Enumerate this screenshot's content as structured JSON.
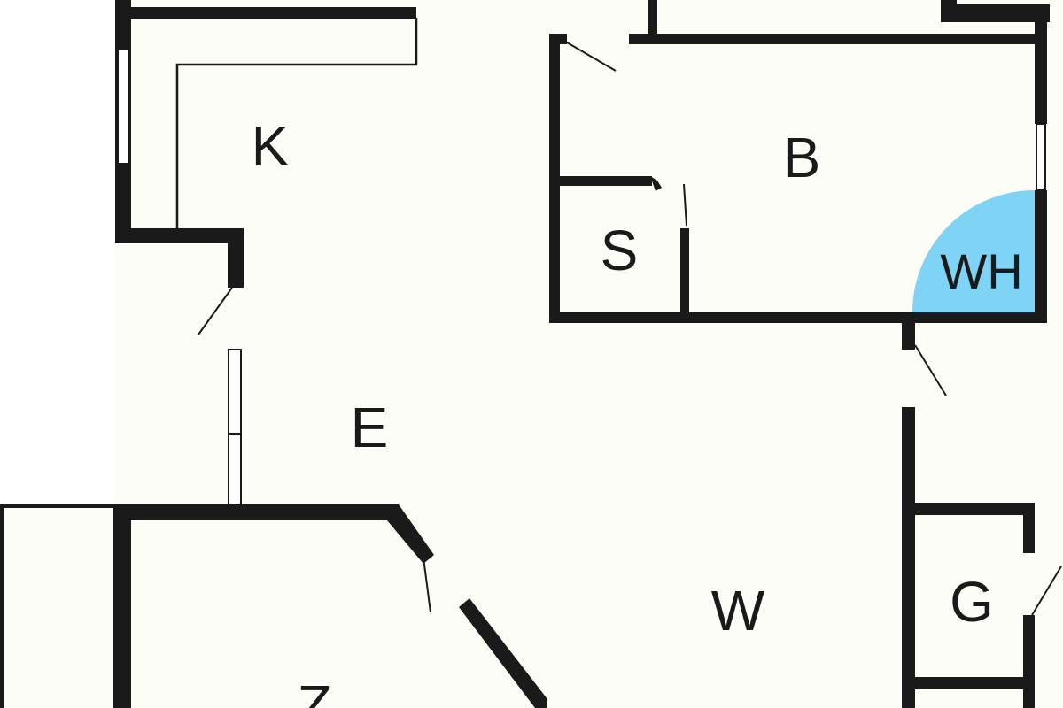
{
  "rooms": {
    "kitchen": "K",
    "bedroom": "B",
    "storage": "S",
    "water_heater": "WH",
    "entrance": "E",
    "living": "W",
    "garage": "G",
    "room_z": "Z"
  },
  "colors": {
    "wall": "#1a1a1a",
    "floor": "#fdfdf8",
    "water_heater": "#7fd4f5"
  }
}
